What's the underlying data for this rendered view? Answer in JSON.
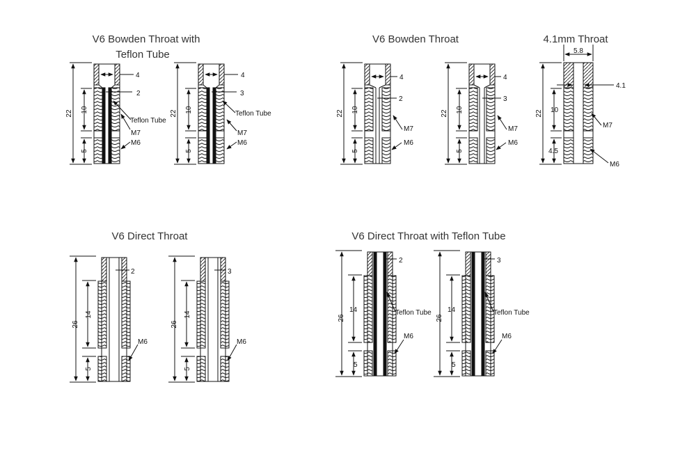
{
  "titles": {
    "bowden_teflon_line1": "V6 Bowden Throat with",
    "bowden_teflon_line2": "Teflon Tube",
    "bowden": "V6 Bowden Throat",
    "throat41": "4.1mm Throat",
    "direct": "V6 Direct Throat",
    "direct_teflon": "V6 Direct Throat with Teflon Tube"
  },
  "labels": {
    "teflon_tube": "Teflon Tube",
    "m7": "M7",
    "m6": "M6"
  },
  "dims": {
    "d22": "22",
    "d26": "26",
    "d10": "10",
    "d14": "14",
    "d5": "5",
    "d4": "4",
    "d2": "2",
    "d3": "3",
    "d45": "4.5",
    "d58": "5.8",
    "d41": "4.1"
  },
  "colors": {
    "line": "#111111",
    "title": "#333333"
  }
}
